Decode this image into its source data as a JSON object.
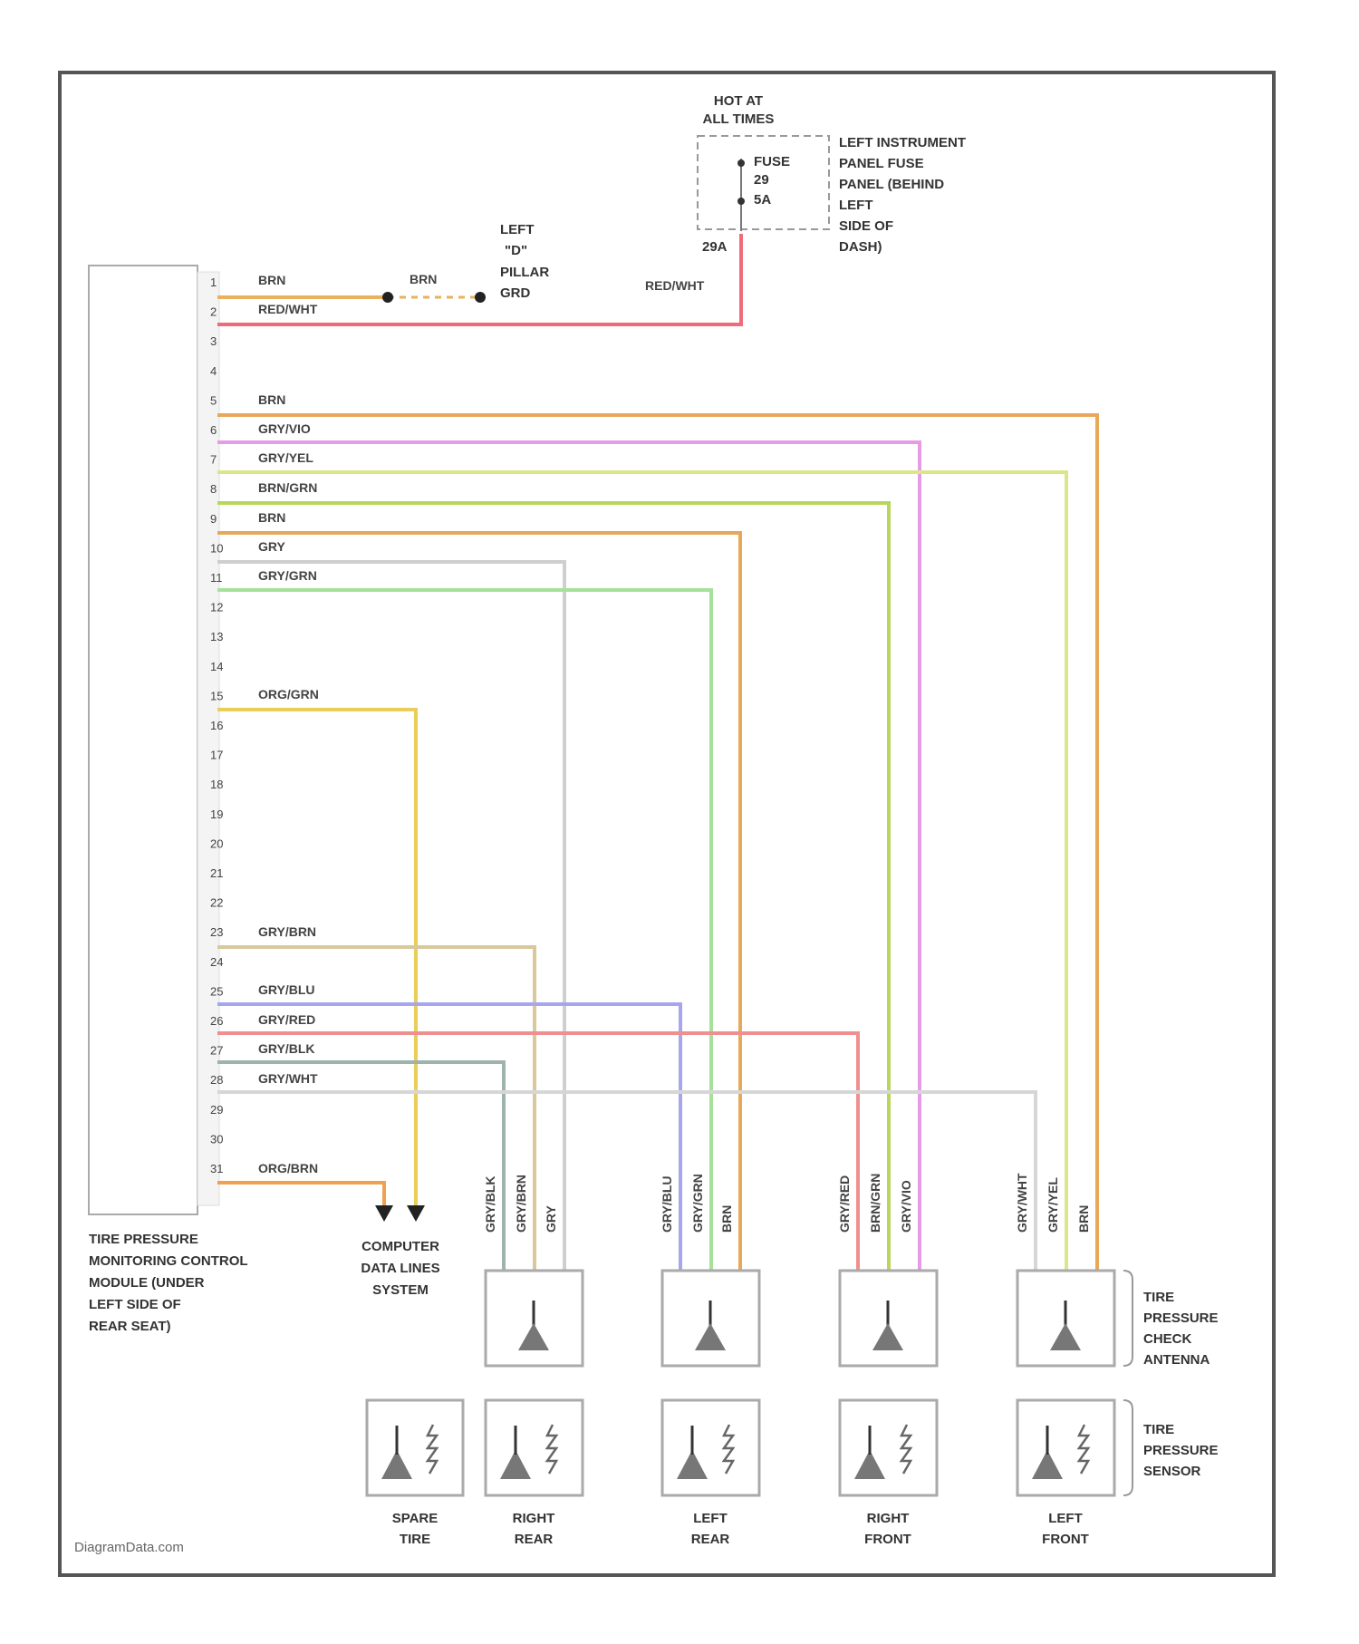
{
  "source": {
    "fuse_hot_label": [
      "HOT AT",
      "ALL TIMES"
    ],
    "fuse_name": [
      "FUSE",
      "29",
      "5A"
    ],
    "fuse_location": [
      "LEFT INSTRUMENT",
      "PANEL FUSE",
      "PANEL (BEHIND",
      "LEFT",
      "SIDE OF",
      "DASH)"
    ],
    "fuse_pin": "29A",
    "fuse_wire": "RED/WHT",
    "ground_label": [
      "LEFT",
      "\"D\"",
      "PILLAR",
      "GRD"
    ],
    "ground_wire": "BRN"
  },
  "module": {
    "label": [
      "TIRE PRESSURE",
      "MONITORING CONTROL",
      "MODULE (UNDER",
      "LEFT SIDE OF",
      "REAR SEAT)"
    ],
    "pins": [
      "1",
      "2",
      "3",
      "4",
      "5",
      "6",
      "7",
      "8",
      "9",
      "10",
      "11",
      "12",
      "13",
      "14",
      "15",
      "16",
      "17",
      "18",
      "19",
      "20",
      "21",
      "22",
      "23",
      "24",
      "25",
      "26",
      "27",
      "28",
      "29",
      "30",
      "31"
    ]
  },
  "wires": [
    {
      "pin": "1",
      "label": "BRN",
      "color": "#e8b15a"
    },
    {
      "pin": "2",
      "label": "RED/WHT",
      "color": "#ef6b7a"
    },
    {
      "pin": "5",
      "label": "BRN",
      "color": "#e8a85a"
    },
    {
      "pin": "6",
      "label": "GRY/VIO",
      "color": "#e59be6"
    },
    {
      "pin": "7",
      "label": "GRY/YEL",
      "color": "#dbe68a"
    },
    {
      "pin": "8",
      "label": "BRN/GRN",
      "color": "#b8d65a"
    },
    {
      "pin": "9",
      "label": "BRN",
      "color": "#e8a85a"
    },
    {
      "pin": "10",
      "label": "GRY",
      "color": "#cfcfcf"
    },
    {
      "pin": "11",
      "label": "GRY/GRN",
      "color": "#a7e09a"
    },
    {
      "pin": "15",
      "label": "ORG/GRN",
      "color": "#e9cf5a"
    },
    {
      "pin": "23",
      "label": "GRY/BRN",
      "color": "#d8c89c"
    },
    {
      "pin": "25",
      "label": "GRY/BLU",
      "color": "#a6a6ef"
    },
    {
      "pin": "26",
      "label": "GRY/RED",
      "color": "#ef8f8f"
    },
    {
      "pin": "27",
      "label": "GRY/BLK",
      "color": "#9fb3ad"
    },
    {
      "pin": "28",
      "label": "GRY/WHT",
      "color": "#d6d6d6"
    },
    {
      "pin": "31",
      "label": "ORG/BRN",
      "color": "#f0a050"
    }
  ],
  "data_lines": {
    "label": [
      "COMPUTER",
      "DATA LINES",
      "SYSTEM"
    ]
  },
  "antennas": {
    "group_label": [
      "TIRE",
      "PRESSURE",
      "CHECK",
      "ANTENNA"
    ],
    "connector_wires": [
      [
        "GRY/BLK",
        "GRY/BRN",
        "GRY"
      ],
      [
        "GRY/BLU",
        "GRY/GRN",
        "BRN"
      ],
      [
        "GRY/RED",
        "BRN/GRN",
        "GRY/VIO"
      ],
      [
        "GRY/WHT",
        "GRY/YEL",
        "BRN"
      ]
    ]
  },
  "sensors": {
    "group_label": [
      "TIRE",
      "PRESSURE",
      "SENSOR"
    ],
    "names": [
      [
        "SPARE",
        "TIRE"
      ],
      [
        "RIGHT",
        "REAR"
      ],
      [
        "LEFT",
        "REAR"
      ],
      [
        "RIGHT",
        "FRONT"
      ],
      [
        "LEFT",
        "FRONT"
      ]
    ]
  },
  "footer": {
    "watermark": "DiagramData.com"
  }
}
